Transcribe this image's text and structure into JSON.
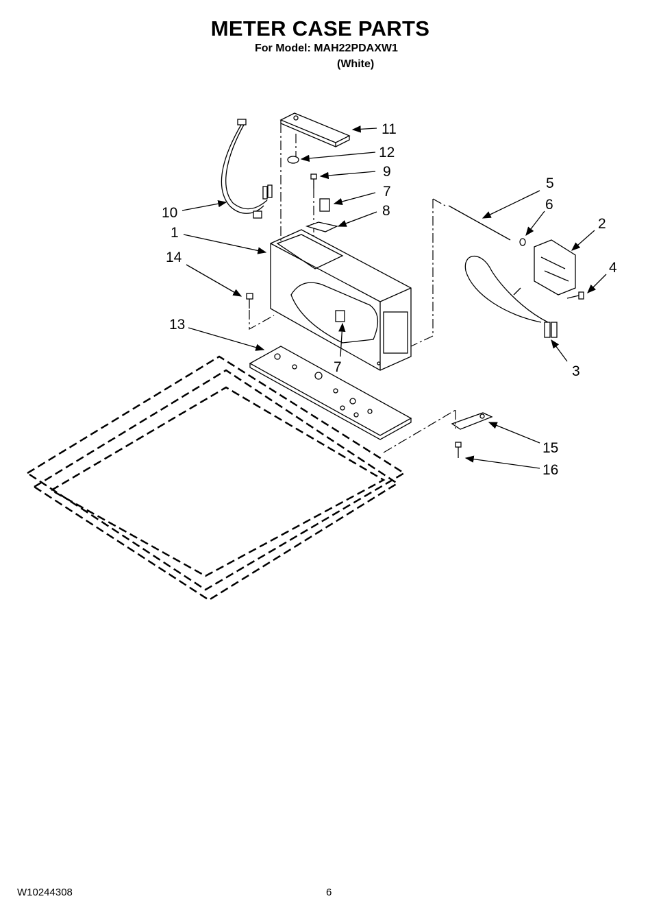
{
  "header": {
    "title": "METER CASE PARTS",
    "model_line": "For Model: MAH22PDAXW1",
    "color_line": "(White)"
  },
  "callouts": [
    "11",
    "12",
    "9",
    "7",
    "8",
    "5",
    "6",
    "2",
    "4",
    "3",
    "10",
    "1",
    "14",
    "13",
    "7",
    "15",
    "16"
  ],
  "footer": {
    "doc_number": "W10244308",
    "page_number": "6"
  }
}
